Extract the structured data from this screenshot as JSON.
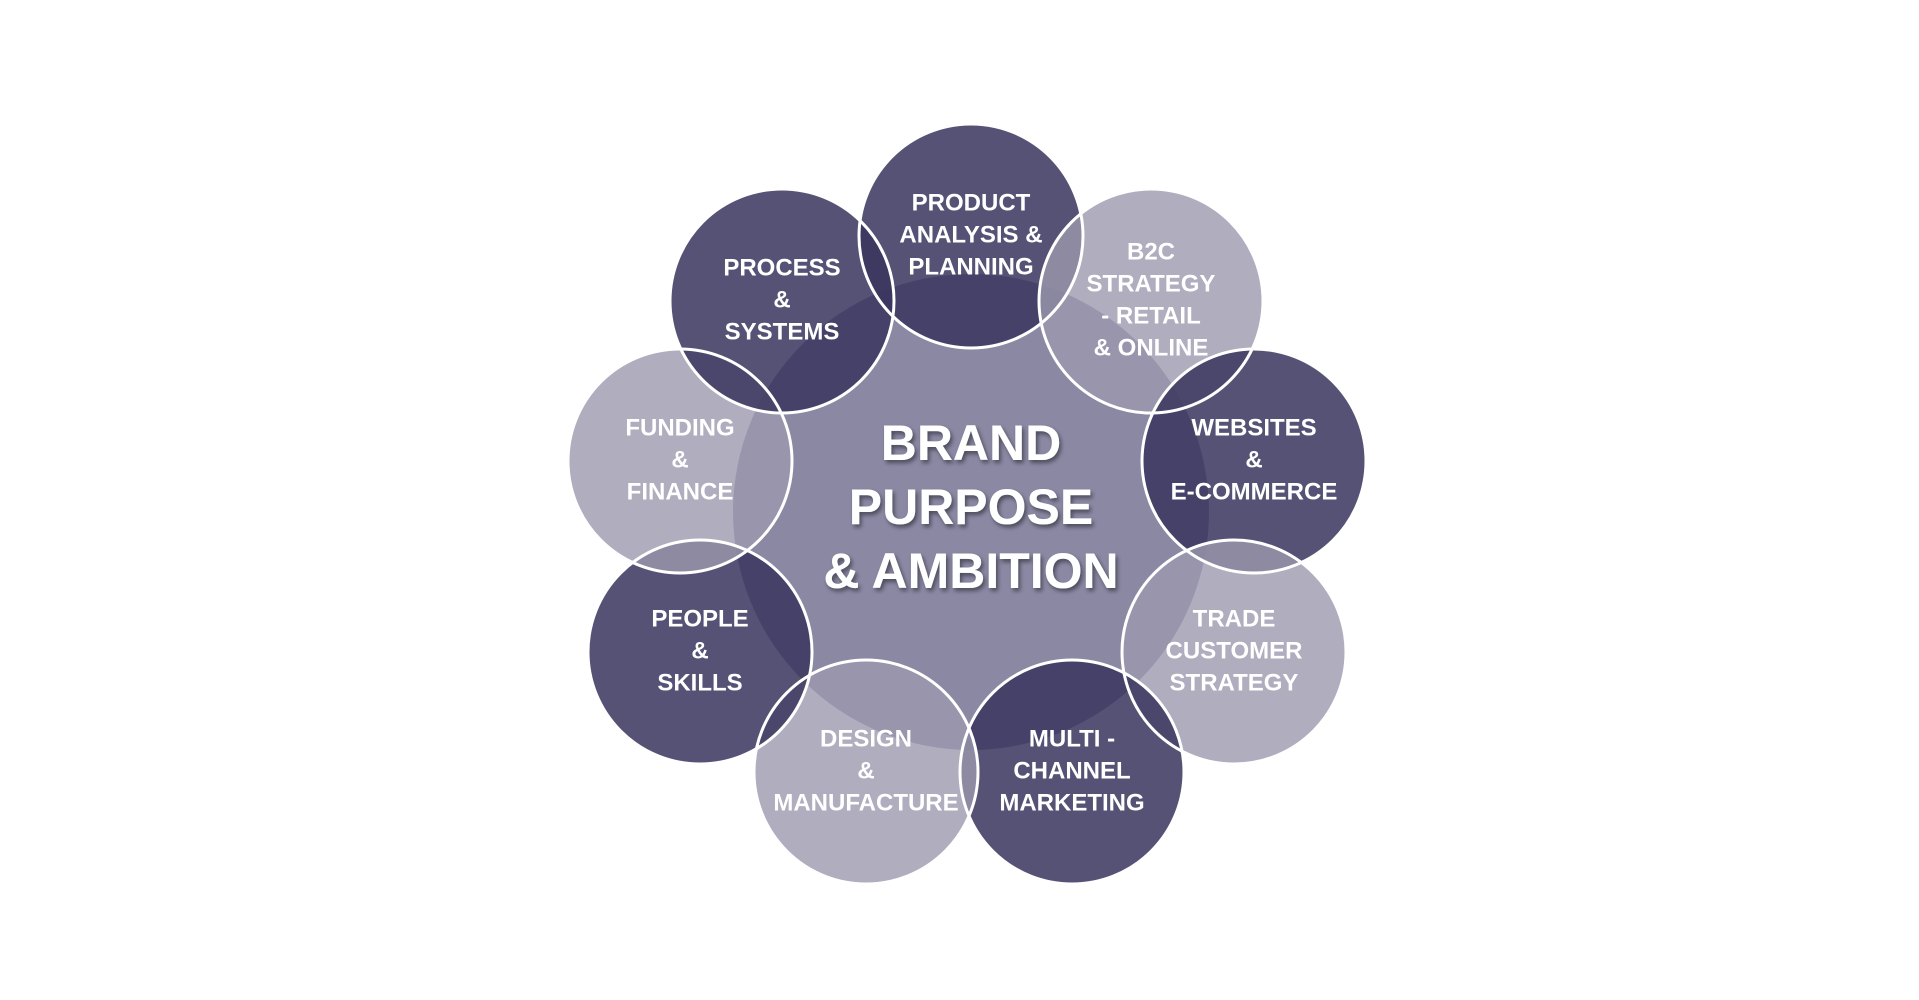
{
  "center": {
    "lines": [
      "BRAND",
      "PURPOSE",
      "& AMBITION"
    ]
  },
  "petals": [
    {
      "id": "product-analysis-planning",
      "lines": [
        "PRODUCT",
        "ANALYSIS &",
        "PLANNING"
      ],
      "tone": "dark"
    },
    {
      "id": "b2c-strategy",
      "lines": [
        "B2C",
        "STRATEGY",
        "- RETAIL",
        "& ONLINE"
      ],
      "tone": "light"
    },
    {
      "id": "websites-ecommerce",
      "lines": [
        "WEBSITES",
        "&",
        "E-COMMERCE"
      ],
      "tone": "dark"
    },
    {
      "id": "trade-customer-strategy",
      "lines": [
        "TRADE",
        "CUSTOMER",
        "STRATEGY"
      ],
      "tone": "light"
    },
    {
      "id": "multi-channel-marketing",
      "lines": [
        "MULTI -",
        "CHANNEL",
        "MARKETING"
      ],
      "tone": "dark"
    },
    {
      "id": "design-manufacture",
      "lines": [
        "DESIGN",
        "&",
        "MANUFACTURE"
      ],
      "tone": "light"
    },
    {
      "id": "people-skills",
      "lines": [
        "PEOPLE",
        "&",
        "SKILLS"
      ],
      "tone": "dark"
    },
    {
      "id": "funding-finance",
      "lines": [
        "FUNDING",
        "&",
        "FINANCE"
      ],
      "tone": "light"
    },
    {
      "id": "process-systems",
      "lines": [
        "PROCESS",
        "&",
        "SYSTEMS"
      ],
      "tone": "dark"
    }
  ],
  "colors": {
    "center": "#8a88a3",
    "dark": "#3a355e",
    "light": "#9b98ae",
    "outline": "#ffffff",
    "text": "#ffffff"
  }
}
